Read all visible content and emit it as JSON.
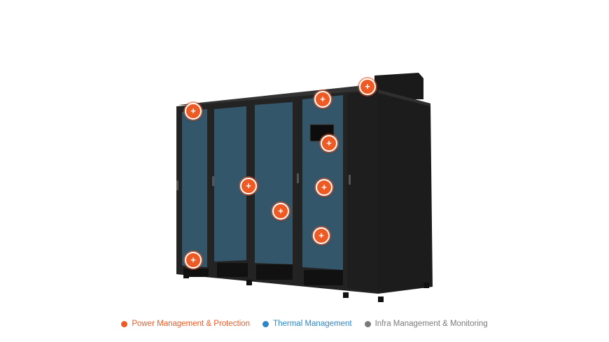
{
  "hotspots": [
    {
      "id": "hotspot-1",
      "symbol": "+"
    },
    {
      "id": "hotspot-2",
      "symbol": "+"
    },
    {
      "id": "hotspot-3",
      "symbol": "+"
    },
    {
      "id": "hotspot-4",
      "symbol": "+"
    },
    {
      "id": "hotspot-5",
      "symbol": "+"
    },
    {
      "id": "hotspot-6",
      "symbol": "+"
    },
    {
      "id": "hotspot-7",
      "symbol": "+"
    },
    {
      "id": "hotspot-8",
      "symbol": "+"
    },
    {
      "id": "hotspot-9",
      "symbol": "+"
    }
  ],
  "legend": {
    "power": {
      "label": "Power Management & Protection",
      "color": "#ee5a24"
    },
    "thermal": {
      "label": "Thermal Management",
      "color": "#2f86c4"
    },
    "infra": {
      "label": "Infra Management & Monitoring",
      "color": "#7a7a7a"
    }
  },
  "colors": {
    "cabinet": "#262626",
    "glass": "#34566a",
    "accent": "#ee5a24"
  }
}
